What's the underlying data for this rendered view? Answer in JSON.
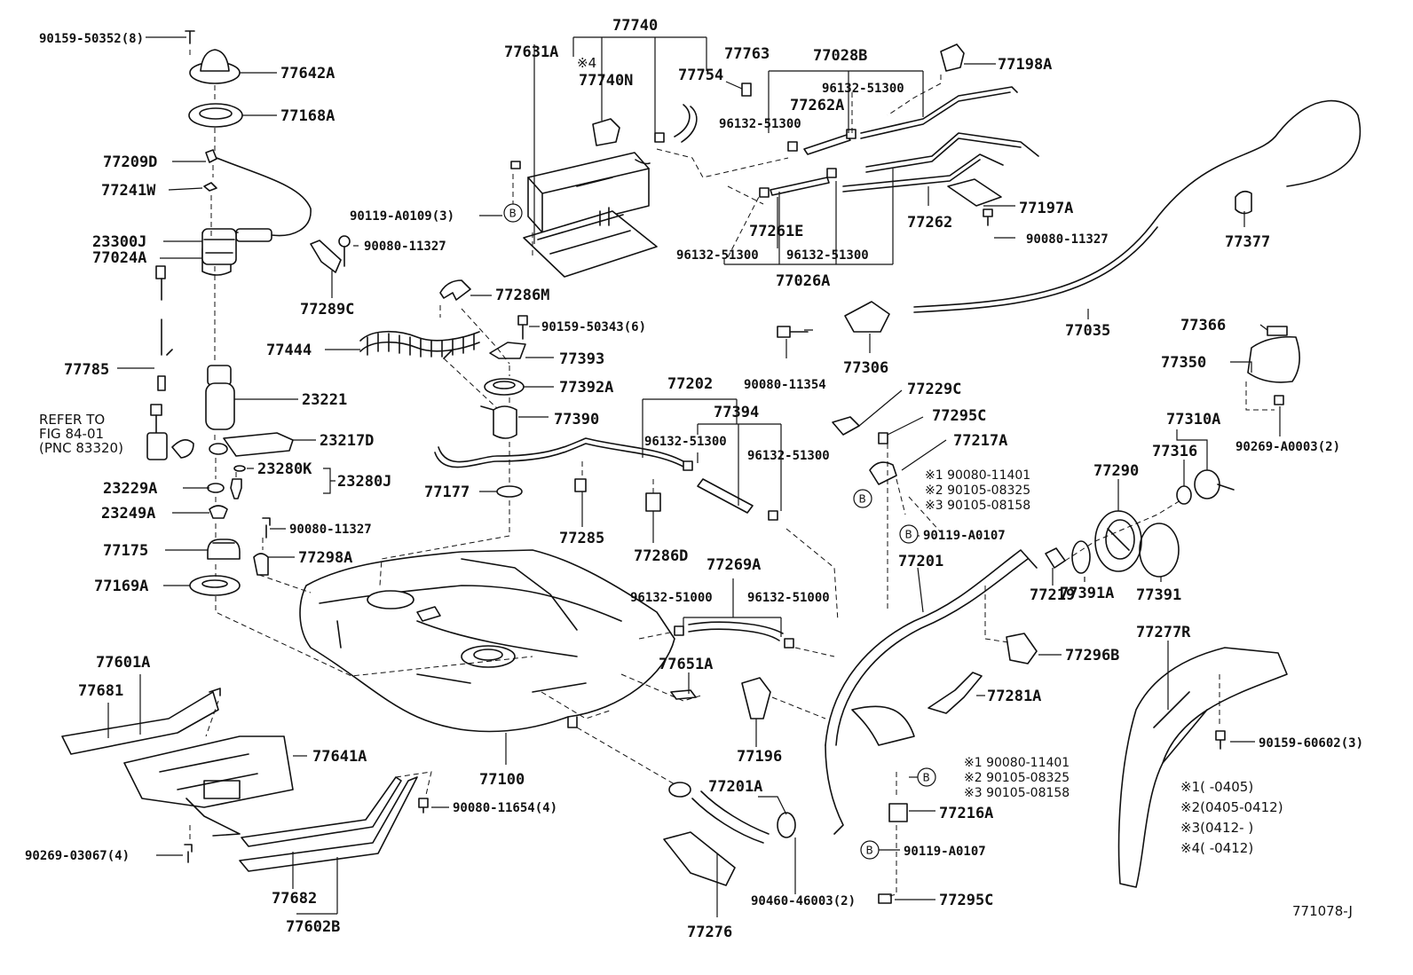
{
  "labels": {
    "l90159_50352": "90159-50352(8)",
    "l77642A": "77642A",
    "l77168A": "77168A",
    "l77209D": "77209D",
    "l77241W": "77241W",
    "l77024A": "77024A",
    "l90080_11327a": "90080-11327",
    "l77289C": "77289C",
    "l23300J": "23300J",
    "l77785": "77785",
    "refer1": "REFER TO",
    "refer2": "FIG 84-01",
    "refer3": "(PNC 83320)",
    "l23221": "23221",
    "l23217D": "23217D",
    "l23280K": "23280K",
    "l23280J": "23280J",
    "l23229A": "23229A",
    "l23249A": "23249A",
    "l90080_11327b": "90080-11327",
    "l77175": "77175",
    "l77298A": "77298A",
    "l77169A": "77169A",
    "l77601A": "77601A",
    "l77681": "77681",
    "l77641A": "77641A",
    "l90269_03067": "90269-03067(4)",
    "l90080_11654": "90080-11654(4)",
    "l77682": "77682",
    "l77602B": "77602B",
    "l77100": "77100",
    "l77740": "77740",
    "l77631A": "77631A",
    "l_x4": "※4",
    "l77740N": "77740N",
    "l77754": "77754",
    "l77763": "77763",
    "l90119_A0109": "90119-A0109(3)",
    "l77286M": "77286M",
    "l77444": "77444",
    "l90159_50343": "90159-50343(6)",
    "l77393": "77393",
    "l77392A": "77392A",
    "l77390": "77390",
    "l77177": "77177",
    "l77285": "77285",
    "l77202": "77202",
    "l77394": "77394",
    "l96132_51300a": "96132-51300",
    "l96132_51300b": "96132-51300",
    "l77286D": "77286D",
    "l77269A": "77269A",
    "l96132_51000a": "96132-51000",
    "l96132_51000b": "96132-51000",
    "l77651A": "77651A",
    "l77196": "77196",
    "l77201A": "77201A",
    "l77276": "77276",
    "l90460_46003": "90460-46003(2)",
    "l77028B": "77028B",
    "l96132_51300c": "96132-51300",
    "l77262A": "77262A",
    "l96132_51300d": "96132-51300",
    "l77198A": "77198A",
    "l77261E": "77261E",
    "l77262": "77262",
    "l77197A": "77197A",
    "l90080_11327c": "90080-11327",
    "l96132_51300e": "96132-51300",
    "l96132_51300f": "96132-51300",
    "l77026A": "77026A",
    "l77377": "77377",
    "l77035": "77035",
    "l90080_11354": "90080-11354",
    "l77306": "77306",
    "l77366": "77366",
    "l77350": "77350",
    "l90269_A0003": "90269-A0003(2)",
    "l77229C": "77229C",
    "l77295Ca": "77295C",
    "l77217A": "77217A",
    "n1a": "※1 90080-11401",
    "n2a": "※2 90105-08325",
    "n3a": "※3 90105-08158",
    "l90119_A0107a": "90119-A0107",
    "l77310A": "77310A",
    "l77316": "77316",
    "l77290": "77290",
    "l77201": "77201",
    "l77219": "77219",
    "l77391A": "77391A",
    "l77391": "77391",
    "l77296B": "77296B",
    "l77281A": "77281A",
    "l77277R": "77277R",
    "l90159_60602": "90159-60602(3)",
    "n1b": "※1 90080-11401",
    "n2b": "※2 90105-08325",
    "n3b": "※3 90105-08158",
    "l77216A": "77216A",
    "l90119_A0107b": "90119-A0107",
    "l77295Cb": "77295C",
    "k1": "※1(        -0405)",
    "k2": "※2(0405-0412)",
    "k3": "※3(0412-        )",
    "k4": "※4(        -0412)",
    "code": "771078-J"
  },
  "circle_marker": "B"
}
